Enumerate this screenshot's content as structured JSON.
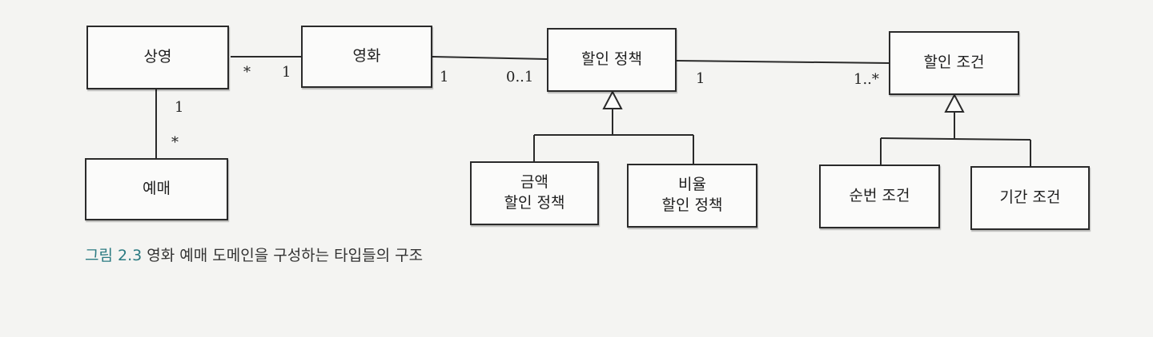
{
  "diagram": {
    "boxes": {
      "screening": "상영",
      "movie": "영화",
      "discount_policy": "할인 정책",
      "discount_condition": "할인 조건",
      "reservation": "예매",
      "amount_discount_policy": "금액\n할인 정책",
      "percent_discount_policy": "비율\n할인 정책",
      "sequence_condition": "순번 조건",
      "period_condition": "기간 조건"
    },
    "multiplicities": {
      "screening_to_movie_near": "*",
      "movie_from_screening": "1",
      "movie_to_policy": "1",
      "policy_from_movie": "0..1",
      "policy_to_condition": "1",
      "condition_from_policy": "1..*",
      "screening_to_reservation": "1",
      "reservation_from_screening": "*"
    }
  },
  "caption": {
    "label": "그림 2.3",
    "text": "영화 예매 도메인을 구성하는 타입들의 구조"
  },
  "colors": {
    "caption_label": "#2b7b82",
    "line": "#2a2a2a"
  }
}
